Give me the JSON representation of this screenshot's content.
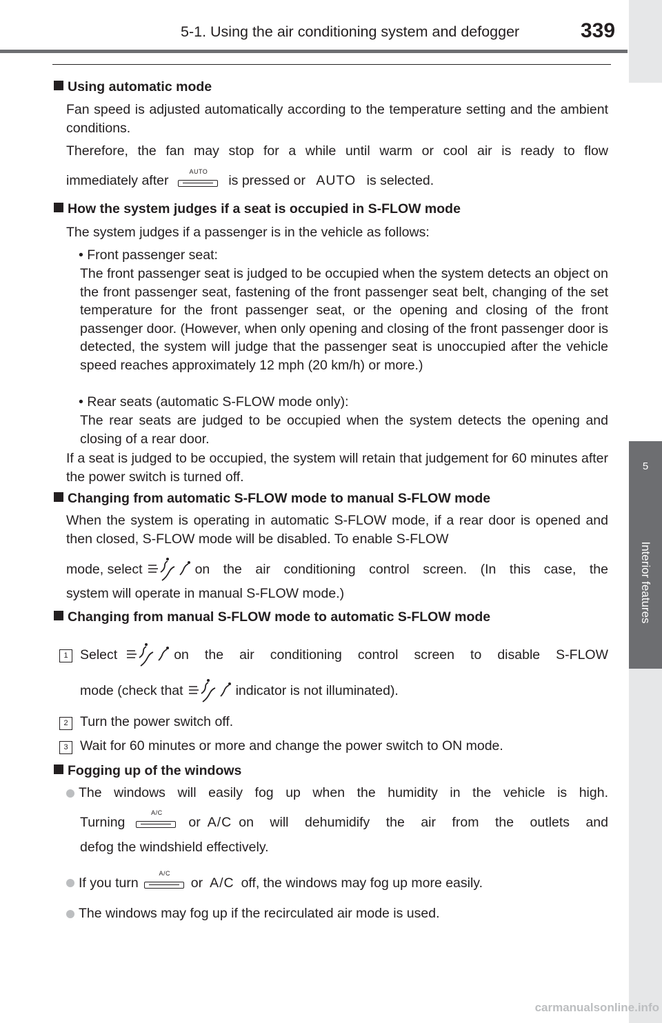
{
  "header": {
    "title": "5-1. Using the air conditioning system and defogger",
    "page_number": "339"
  },
  "side_tab": {
    "chapter": "5",
    "label": "Interior features"
  },
  "icons": {
    "auto_button": "AUTO",
    "auto_screen": "AUTO",
    "ac_button": "A/C",
    "ac_screen": "A/C",
    "sflow": "s-flow-icon"
  },
  "sections": {
    "auto_mode": {
      "heading": "Using automatic mode",
      "p1": "Fan speed is adjusted automatically according to the temperature setting and the ambient conditions.",
      "p2a": "Therefore, the fan may stop for a while until warm or cool air is ready to flow",
      "p2b_1": "immediately after",
      "p2b_2": "is pressed or",
      "p2b_3": "is selected."
    },
    "occupied": {
      "heading": "How the system judges if a seat is occupied in S-FLOW mode",
      "intro": "The system judges if a passenger is in the vehicle as follows:",
      "front_bullet": "• Front passenger seat:",
      "front_text": "The front passenger seat is judged to be occupied when the system detects an object on the front passenger seat, fastening of the front passenger seat belt, changing of the set temperature for the front passenger seat, or the opening and closing of the front passenger door. (However, when only opening and closing of the front passenger door is detected, the system will judge that the passenger seat is unoccupied after the vehicle speed reaches approximately 12 mph (20 km/h) or more.)",
      "rear_bullet": "• Rear seats (automatic S-FLOW mode only):",
      "rear_text": "The rear seats are judged to be occupied when the system detects the opening and closing of a rear door.",
      "closing": "If a seat is judged to be occupied, the system will retain that judgement for 60 minutes after the power switch is turned off."
    },
    "auto_to_manual": {
      "heading": "Changing from automatic S-FLOW mode to manual S-FLOW mode",
      "p1": "When the system is operating in automatic S-FLOW mode, if a rear door is opened and then closed, S-FLOW mode will be disabled. To enable S-FLOW",
      "p2a": "mode, select",
      "p2b": "on the air conditioning control screen. (In this case, the",
      "p3": "system will operate in manual S-FLOW mode.)"
    },
    "manual_to_auto": {
      "heading": "Changing from manual S-FLOW mode to automatic S-FLOW mode",
      "steps": [
        {
          "num": "1",
          "a": "Select",
          "b": "on the air conditioning control screen to disable S-FLOW",
          "c": "mode (check that",
          "d": "indicator is not illuminated)."
        },
        {
          "num": "2",
          "text": "Turn the power switch off."
        },
        {
          "num": "3",
          "text": "Wait for 60 minutes or more and change the power switch to ON mode."
        }
      ]
    },
    "fogging": {
      "heading": "Fogging up of the windows",
      "b1_line1": "The windows will easily fog up when the humidity in the vehicle is high.",
      "b1_a": "Turning",
      "b1_b": "or",
      "b1_c": "on will dehumidify the air from the outlets and",
      "b1_line3": "defog the windshield effectively.",
      "b2_a": "If you turn",
      "b2_b": "or",
      "b2_c": "off, the windows may fog up more easily.",
      "b3": "The windows may fog up if the recirculated air mode is used."
    }
  },
  "footer": {
    "watermark": "carmanualsonline.info"
  }
}
